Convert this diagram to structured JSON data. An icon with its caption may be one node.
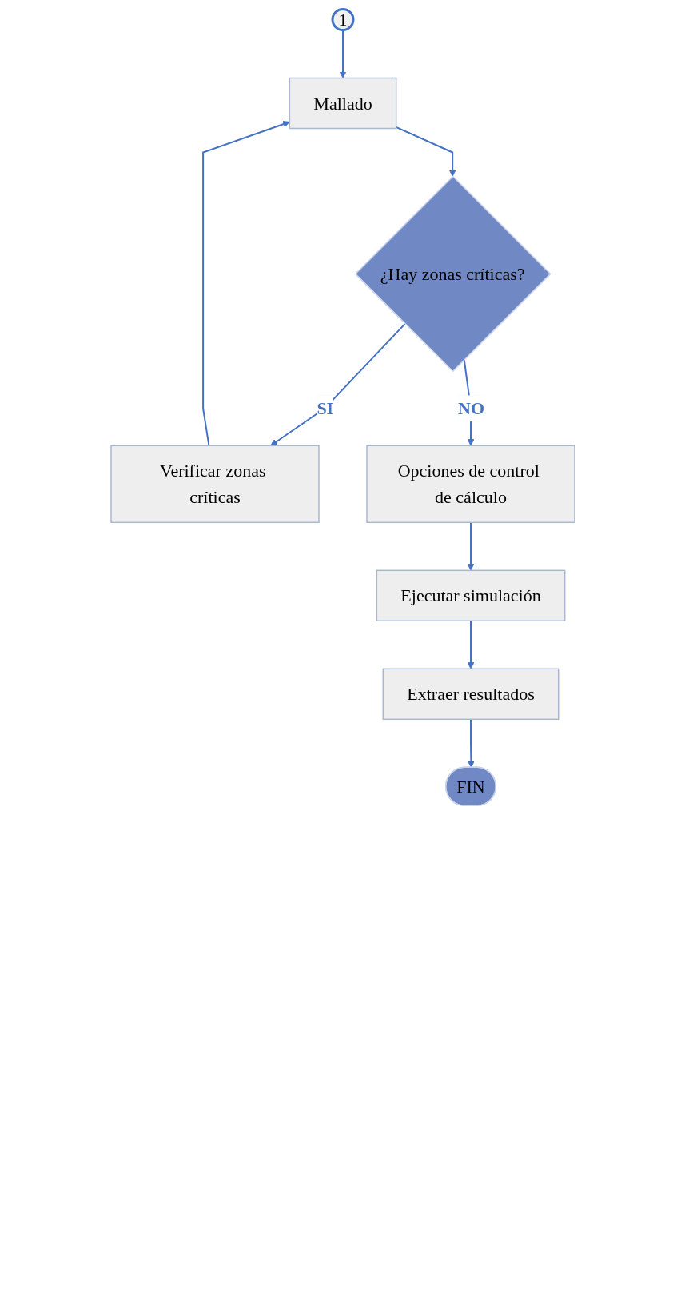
{
  "diagram": {
    "nodes": [
      {
        "text": [
          "1"
        ]
      },
      {
        "text": [
          "Mallado"
        ]
      },
      {
        "text": [
          "Verificar zonas críticas"
        ]
      },
      {
        "text": [
          "¿Hay zonas críticas?"
        ]
      },
      {
        "text": [
          "Opciones de control de cálculo"
        ]
      },
      {
        "text": [
          "Ejecutar simulación"
        ]
      },
      {
        "text": [
          "Extraer resultados"
        ]
      },
      {
        "text": [
          "FIN"
        ]
      }
    ],
    "edges": [
      {
        "from": 0,
        "to": 1,
        "arrow": "to"
      },
      {
        "from": 1,
        "to": 3,
        "arrow": "to"
      },
      {
        "from": 3,
        "to": 2,
        "arrow": "to",
        "label": "SI"
      },
      {
        "from": 2,
        "to": 1,
        "arrow": "to"
      },
      {
        "from": 3,
        "to": 4,
        "arrow": "to",
        "label": "NO"
      },
      {
        "from": 4,
        "to": 5,
        "arrow": "to"
      },
      {
        "from": 5,
        "to": 6,
        "arrow": "to"
      },
      {
        "from": 6,
        "to": 7,
        "arrow": "to"
      }
    ]
  }
}
